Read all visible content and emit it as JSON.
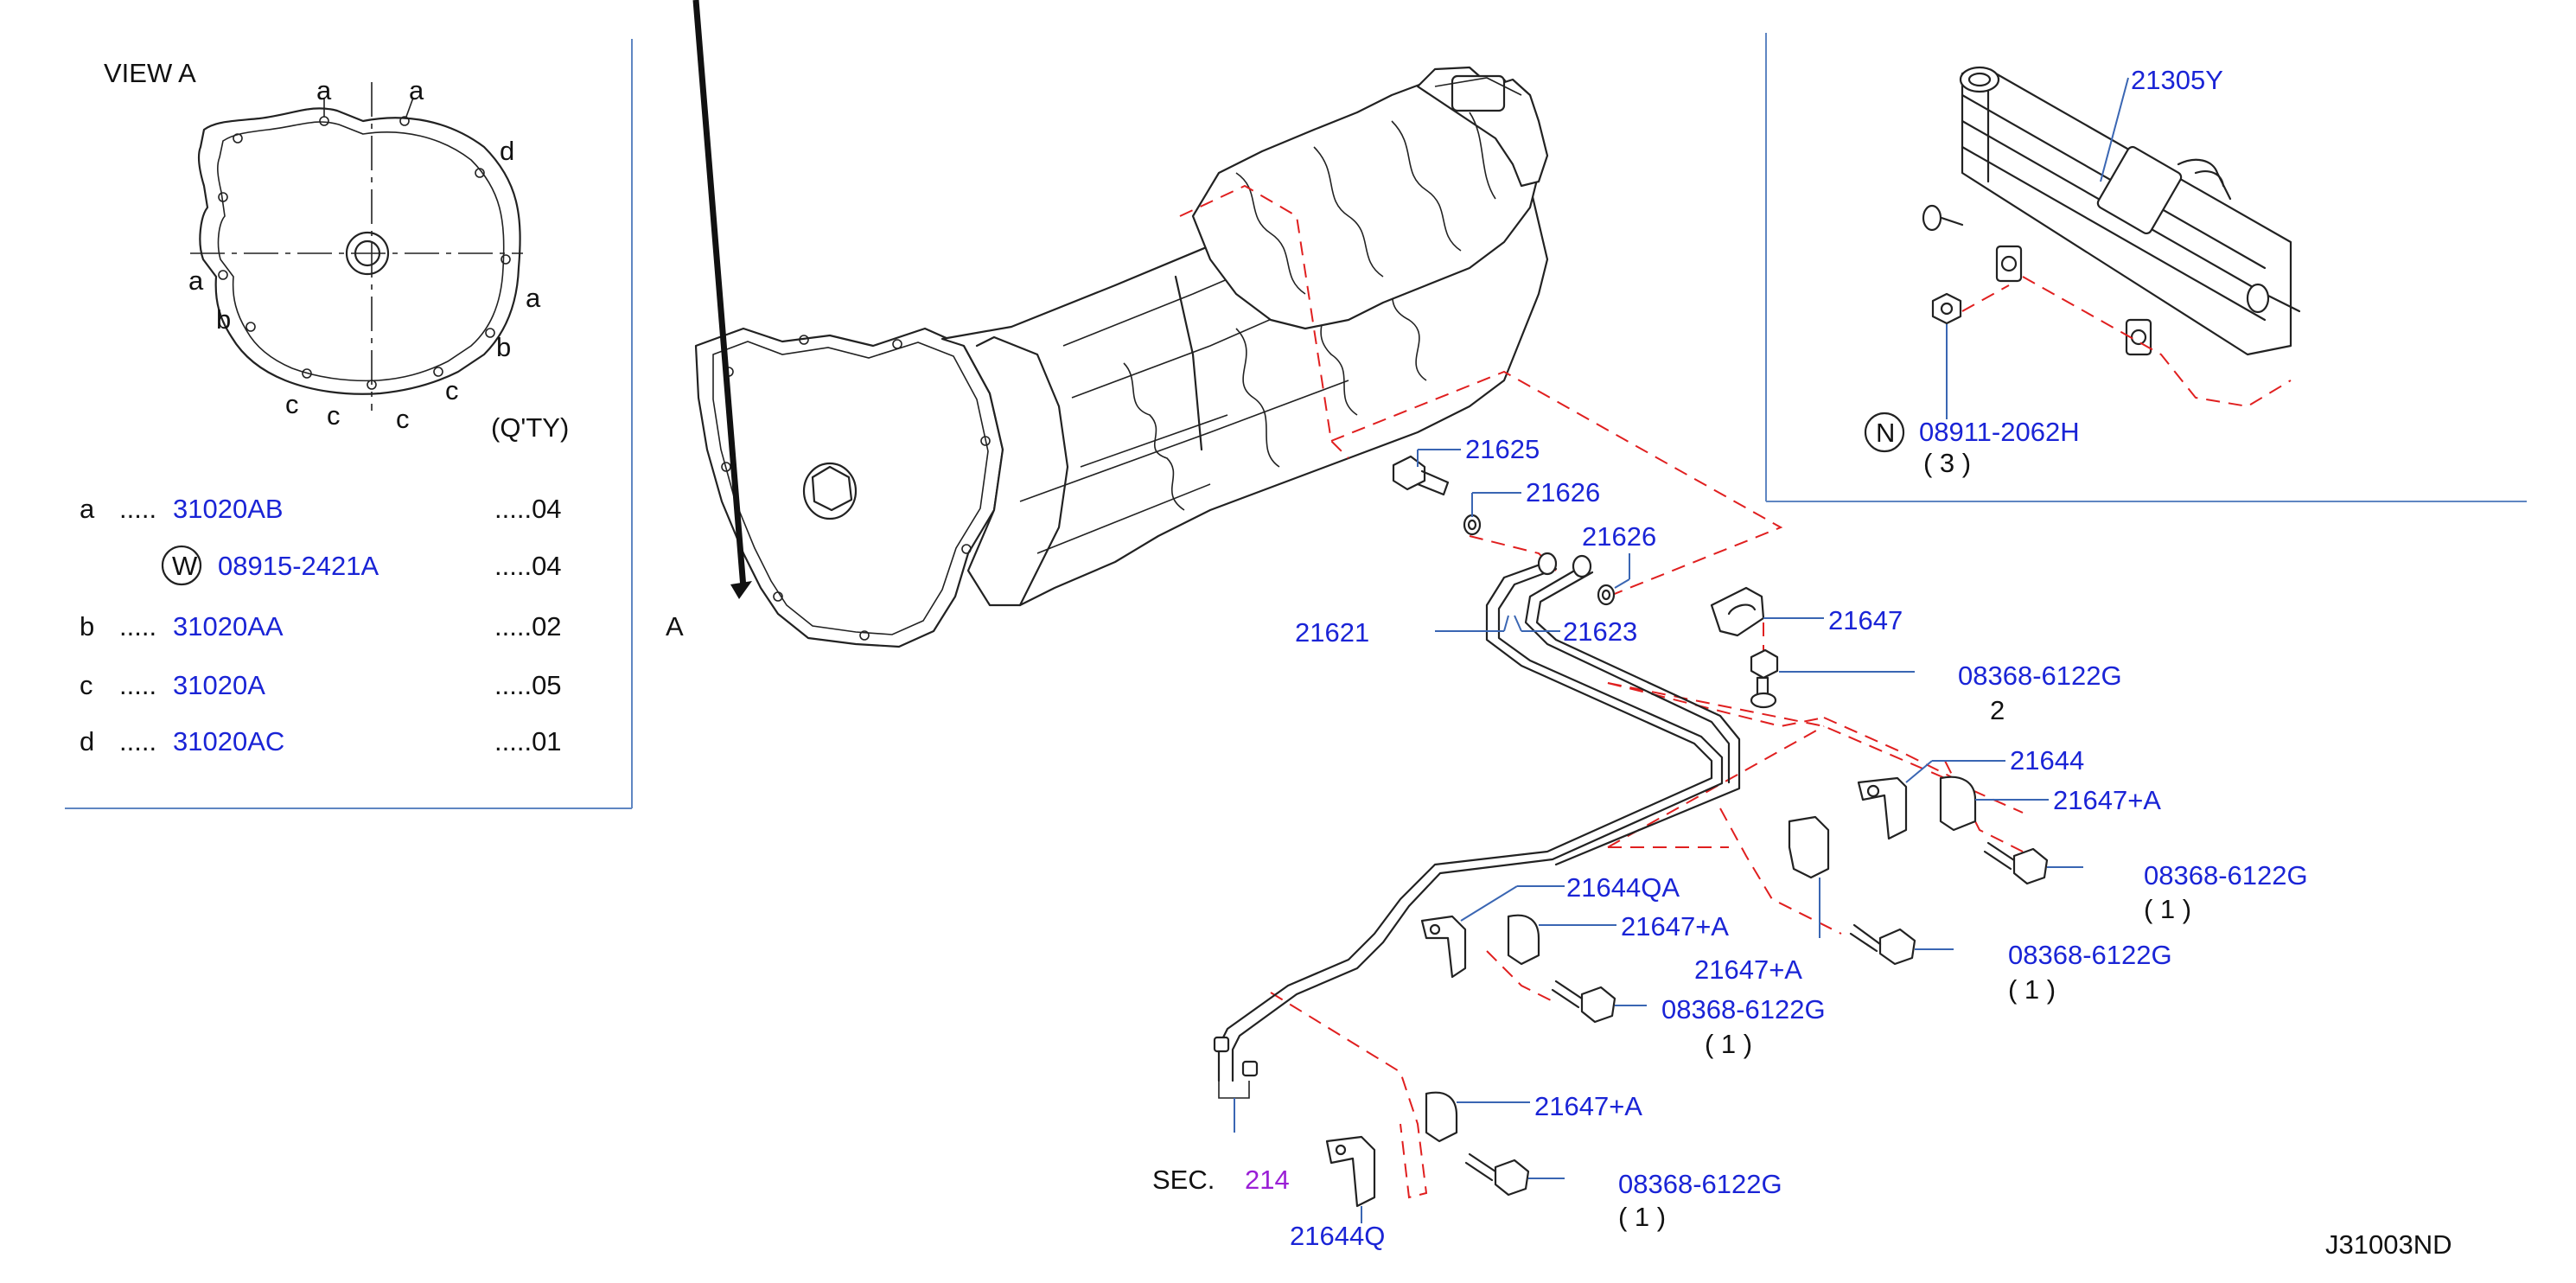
{
  "view_a": {
    "title": "VIEW   A",
    "qty_header": "(Q'TY)",
    "bolt_letters": [
      "a",
      "a",
      "d",
      "a",
      "a",
      "b",
      "b",
      "c",
      "c",
      "c",
      "c"
    ],
    "legend": [
      {
        "key": "a",
        "dots": ".....",
        "part": "31020AB",
        "qty": ".....04"
      },
      {
        "key": "",
        "mark": "W",
        "dots": "",
        "part": "08915-2421A",
        "qty": ".....04"
      },
      {
        "key": "b",
        "dots": ".....",
        "part": "31020AA",
        "qty": ".....02"
      },
      {
        "key": "c",
        "dots": ".....",
        "part": "31020A",
        "qty": ".....05"
      },
      {
        "key": "d",
        "dots": ".....",
        "part": "31020AC",
        "qty": ".....01"
      }
    ]
  },
  "cooler": {
    "part": "21305Y",
    "mark": "N",
    "nut_part": "08911-2062H",
    "nut_qty": "( 3 )"
  },
  "labels": {
    "bolt_21625": "21625",
    "washer_1": "21626",
    "washer_2": "21626",
    "tube_21621": "21621",
    "tube_21623": "21623",
    "clip_21647": "21647",
    "bolt_upper": "08368-6122G",
    "bolt_upper_qty": "2",
    "bracket_21644": "21644",
    "clip_right": "21647+A",
    "bolt_right": "08368-6122G",
    "bolt_right_qty": "( 1 )",
    "clip_mid": "21647+A",
    "bolt_mid": "08368-6122G",
    "bolt_mid_qty": "( 1 )",
    "bracket_qa": "21644QA",
    "clip_left": "21647+A",
    "bolt_left": "08368-6122G",
    "bolt_left_qty": "( 1 )",
    "clip_bottom": "21647+A",
    "bolt_bottom": "08368-6122G",
    "bolt_bottom_qty": "( 1 )",
    "bracket_q": "21644Q",
    "sec_prefix": "SEC.",
    "sec_number": "214",
    "arrow_a": "A",
    "diagram_code": "J31003ND"
  },
  "colors": {
    "part_number": "#1a24d6",
    "section_ref": "#9a1fd6",
    "dashed_line": "#e01f1f",
    "frame": "#5f86c2"
  }
}
